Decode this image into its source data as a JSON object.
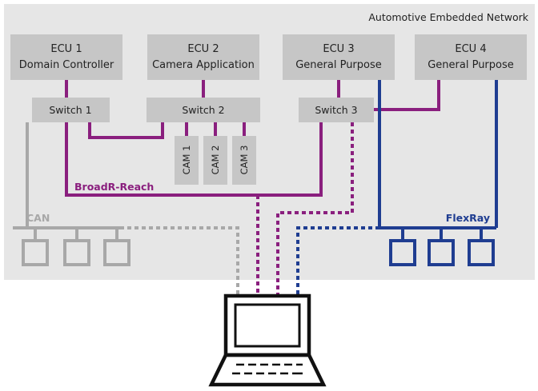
{
  "title": "Automotive Embedded Network",
  "ecus": [
    {
      "line1": "ECU 1",
      "line2": "Domain Controller"
    },
    {
      "line1": "ECU 2",
      "line2": "Camera Application"
    },
    {
      "line1": "ECU 3",
      "line2": "General Purpose"
    },
    {
      "line1": "ECU 4",
      "line2": "General Purpose"
    }
  ],
  "switches": [
    "Switch 1",
    "Switch 2",
    "Switch 3"
  ],
  "cameras": [
    "CAM 1",
    "CAM 2",
    "CAM 3"
  ],
  "buses": {
    "broadr": {
      "label": "BroadR-Reach",
      "color": "#8a1f7e"
    },
    "can": {
      "label": "CAN",
      "color": "#a8a8a8"
    },
    "flexray": {
      "label": "FlexRay",
      "color": "#1f3d91"
    }
  },
  "colors": {
    "panel": "#e6e6e6",
    "box": "#c6c6c6",
    "ink": "#111111"
  },
  "icons": {
    "computer": "laptop-icon"
  }
}
